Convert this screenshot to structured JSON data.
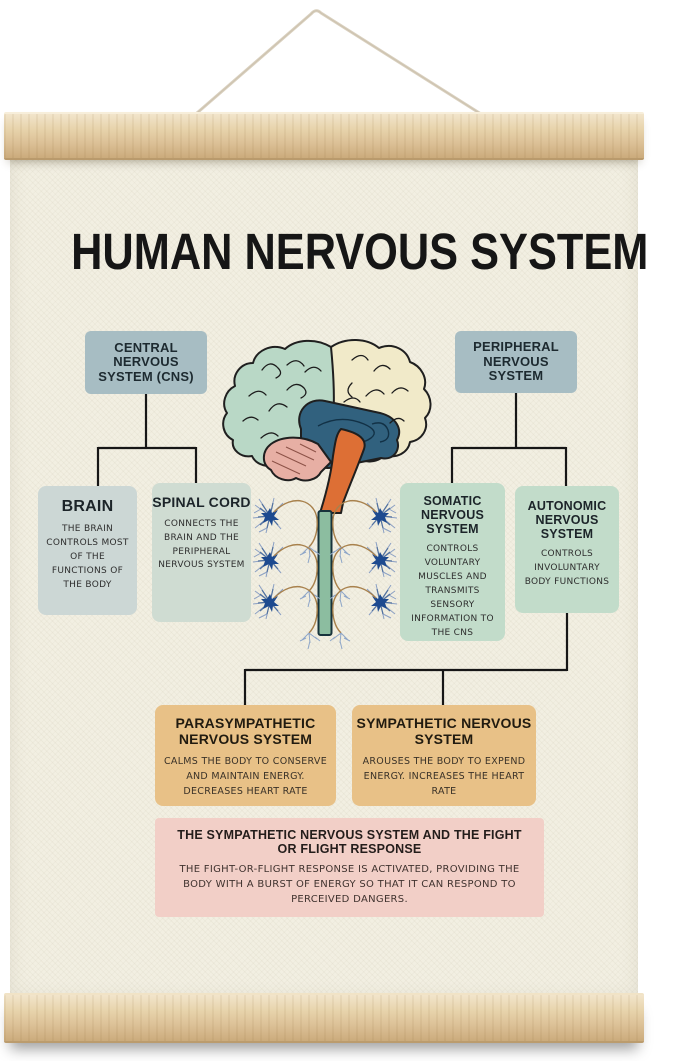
{
  "poster": {
    "title": "HUMAN NERVOUS SYSTEM",
    "cns": {
      "label": "CENTRAL NERVOUS SYSTEM (CNS)"
    },
    "pns": {
      "label": "PERIPHERAL NERVOUS SYSTEM"
    },
    "brain": {
      "title": "BRAIN",
      "body": "THE BRAIN CONTROLS MOST OF THE FUNCTIONS OF THE BODY"
    },
    "spinal": {
      "title": "SPINAL CORD",
      "body": "CONNECTS THE BRAIN AND THE PERIPHERAL NERVOUS SYSTEM"
    },
    "somatic": {
      "title": "SOMATIC NERVOUS SYSTEM",
      "body": "CONTROLS VOLUNTARY MUSCLES AND TRANSMITS SENSORY INFORMATION TO THE CNS"
    },
    "autonomic": {
      "title": "AUTONOMIC NERVOUS SYSTEM",
      "body": "CONTROLS INVOLUNTARY BODY FUNCTIONS"
    },
    "parasympathetic": {
      "title": "PARASYMPATHETIC NERVOUS SYSTEM",
      "body": "CALMS THE BODY TO CONSERVE AND MAINTAIN ENERGY. DECREASES HEART RATE"
    },
    "sympathetic": {
      "title": "SYMPATHETIC NERVOUS SYSTEM",
      "body": "AROUSES THE BODY TO EXPEND ENERGY. INCREASES THE HEART RATE"
    },
    "fight_flight": {
      "title": "THE SYMPATHETIC NERVOUS SYSTEM AND THE FIGHT OR FLIGHT RESPONSE",
      "body": "THE FIGHT-OR-FLIGHT RESPONSE IS ACTIVATED, PROVIDING THE BODY WITH A BURST OF ENERGY SO THAT IT CAN RESPOND TO PERCEIVED DANGERS."
    },
    "colors": {
      "canvas": "#f2efe2",
      "wood": "#ddc49c",
      "node_blue_gray": "#a7bdc3",
      "node_pale_blue": "#ccd7d5",
      "node_pale_green": "#c2dcca",
      "node_tan": "#e8c187",
      "node_pink": "#f2cfc7",
      "connector": "#161616",
      "brain_frontal": "#b9d8c6",
      "brain_rear": "#f1eac9",
      "brain_inner": "#31617e",
      "cerebellum": "#e7afa4",
      "brainstem": "#dd6f35",
      "spinal_rod": "#8cbda0",
      "neuron_blue": "#1d4a8f"
    }
  }
}
